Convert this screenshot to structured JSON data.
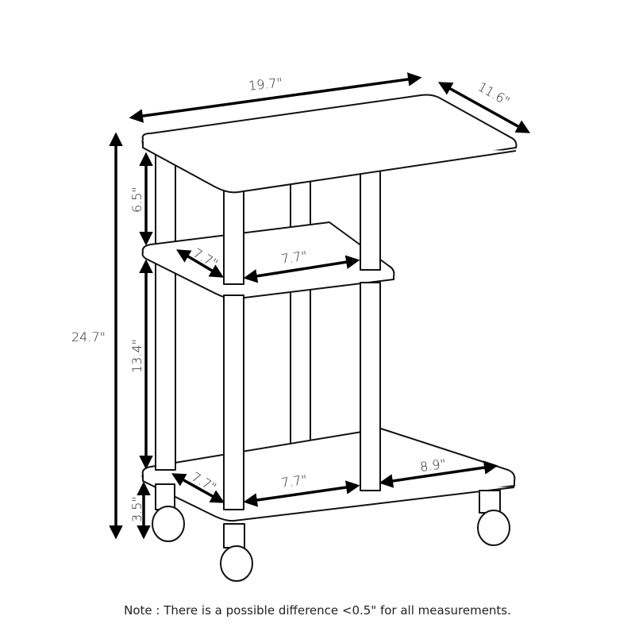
{
  "diagram": {
    "subject": "3-tier side table with casters",
    "dimensions": {
      "top_width": "19.7\"",
      "top_depth": "11.6\"",
      "total_height": "24.7\"",
      "top_gap_height": "6.5\"",
      "middle_gap_height": "13.4\"",
      "caster_height": "3.5\"",
      "middle_shelf_depth": "7.7\"",
      "middle_shelf_width": "7.7\"",
      "bottom_shelf_depth": "7.7\"",
      "bottom_shelf_width": "7.7\"",
      "bottom_shelf_extension": "8.9\""
    },
    "note": "Note : There is a possible difference <0.5\" for all measurements.",
    "colors": {
      "line": "#111111",
      "background": "#ffffff"
    }
  }
}
